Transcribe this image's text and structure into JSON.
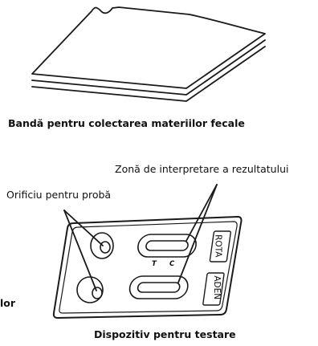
{
  "labels": {
    "collection_strip": "Bandă pentru colectarea materiilor fecale",
    "result_zone": "Zonă de interpretare a rezultatului",
    "sample_hole": "Orificiu pentru probă",
    "left_fragment": "lor",
    "test_device": "Dispozitiv pentru testare",
    "t_mark": "T",
    "c_mark": "C",
    "rota": "ROTA",
    "aden": "ADEN"
  }
}
